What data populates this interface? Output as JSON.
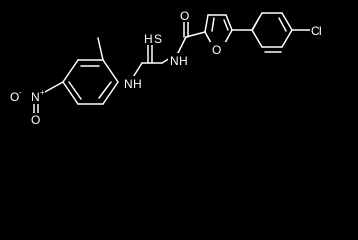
{
  "molecule": {
    "background_color": "#000000",
    "line_color": "#ffffff",
    "labels": {
      "carbonyl_oxygen": "O",
      "furan_oxygen": "O",
      "thio_sulfur": "S",
      "thio_hydrogen": "H",
      "amide_nitrogen": "N",
      "amide_hydrogen": "H",
      "thiourea_nitrogen": "N",
      "thiourea_hydrogen": "H",
      "nitro_oxygen_left": "O",
      "nitro_oxygen_left_charge": "-",
      "nitro_nitrogen": "N",
      "nitro_nitrogen_charge": "+",
      "nitro_oxygen_bottom": "O",
      "chloro_carbon": "C",
      "chloro_l": "l"
    }
  }
}
